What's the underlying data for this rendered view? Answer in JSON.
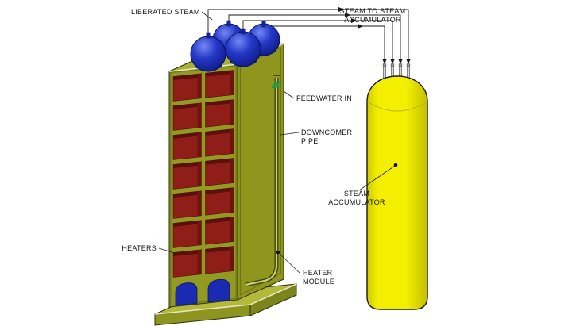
{
  "diagram": {
    "labels": {
      "liberated_steam": "LIBERATED STEAM",
      "steam_to_accumulator_line1": "STEAM TO STEAM",
      "steam_to_accumulator_line2": "ACCUMULATOR",
      "feedwater_in": "FEEDWATER IN",
      "downcomer_pipe_line1": "DOWNCOMER",
      "downcomer_pipe_line2": "PIPE",
      "steam_accumulator_line1": "STEAM",
      "steam_accumulator_line2": "ACCUMULATOR",
      "heaters": "HEATERS",
      "heater_module_line1": "HEATER",
      "heater_module_line2": "MODULE"
    },
    "colors": {
      "module_front": "#939a22",
      "module_side": "#8f961e",
      "module_top": "#a9b134",
      "heater_red": "#8f1d18",
      "heater_red_dark": "#5c0f0c",
      "dome_blue": "#2438c8",
      "accumulator_yellow": "#f4ef00",
      "feedwater_green": "#1f9e3f",
      "line_black": "#1a1a1a"
    }
  }
}
